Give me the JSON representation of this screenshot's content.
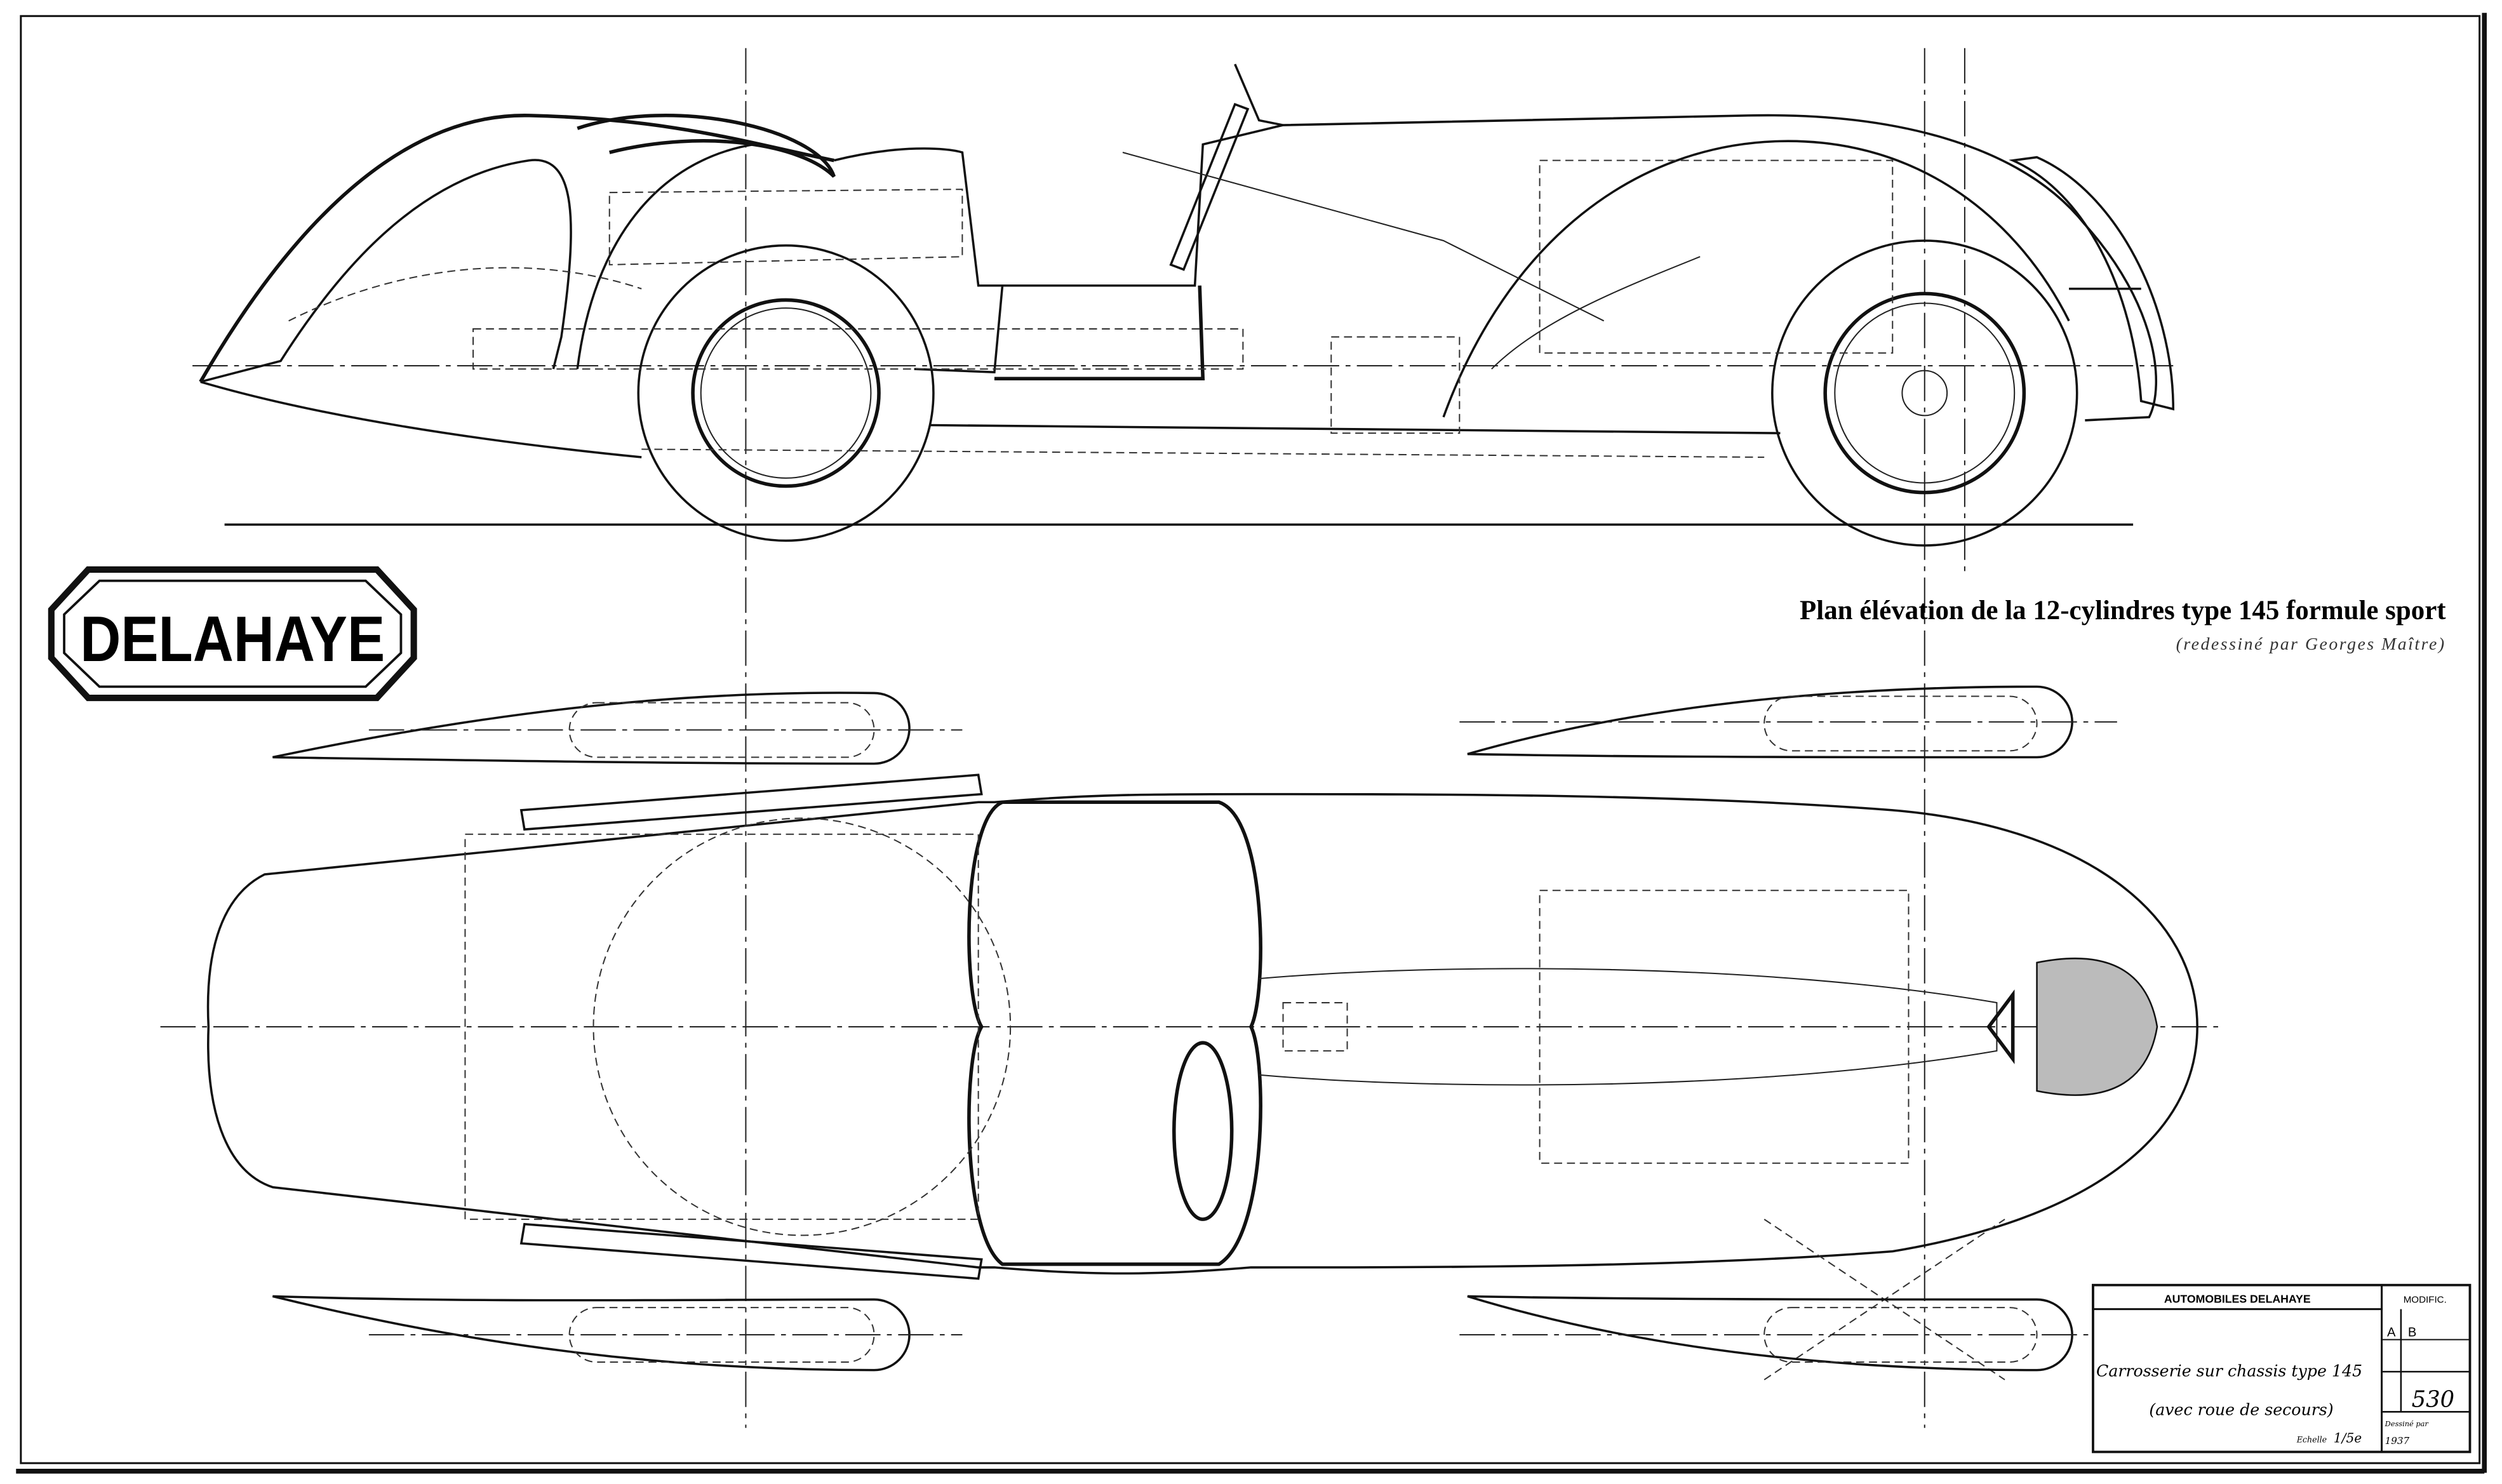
{
  "logo": {
    "text": "DELAHAYE"
  },
  "caption": {
    "title": "Plan élévation de la 12-cylindres type 145 formule sport",
    "subtitle": "(redessiné par Georges Maître)"
  },
  "title_block": {
    "company": "AUTOMOBILES DELAHAYE",
    "modif_label": "MODIFIC.",
    "description_line1": "Carrosserie sur chassis type 145",
    "description_line2": "(avec roue de secours)",
    "scale_label": "Echelle",
    "scale_value": "1/5e",
    "rev_a": "A",
    "rev_b": "B",
    "drawing_number": "530",
    "drawn_by": "Dessiné par",
    "date": "1937"
  }
}
